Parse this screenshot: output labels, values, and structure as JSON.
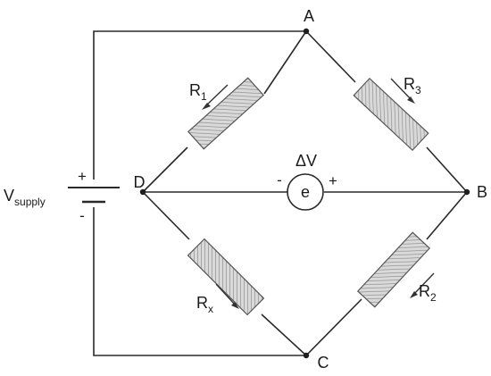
{
  "nodes": {
    "a": "A",
    "b": "B",
    "c": "C",
    "d": "D"
  },
  "resistors": {
    "r1": {
      "letter": "R",
      "sub": "1"
    },
    "r3": {
      "letter": "R",
      "sub": "3"
    },
    "rx": {
      "letter": "R",
      "sub": "x"
    },
    "r2": {
      "letter": "R",
      "sub": "2"
    }
  },
  "supply": {
    "letter": "V",
    "sub": "supply",
    "plus": "+",
    "minus": "-"
  },
  "meter": {
    "symbol": "e",
    "label": "ΔV",
    "minus": "-",
    "plus": "+"
  },
  "colors": {
    "wire": "#2a2a2a",
    "resistor_fill": "#d9d9d9",
    "resistor_hatch": "#8a8a8a"
  }
}
